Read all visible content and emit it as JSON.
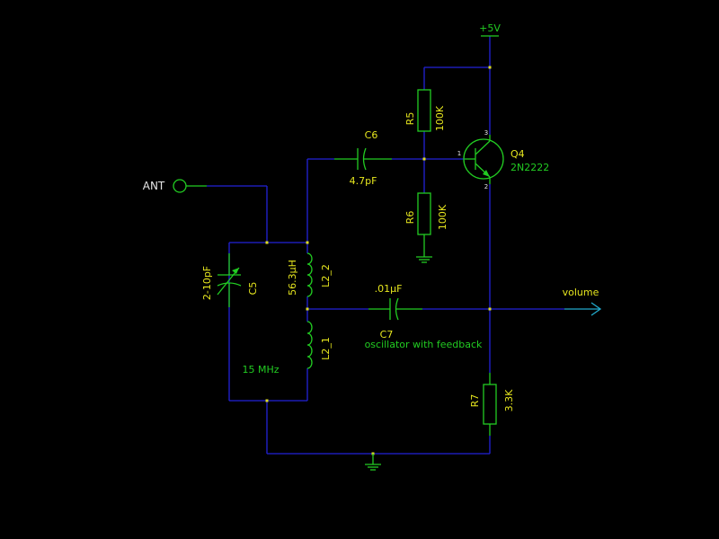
{
  "power": {
    "vcc_label": "+5V"
  },
  "antenna": {
    "label": "ANT"
  },
  "output": {
    "label": "volume"
  },
  "components": {
    "r5": {
      "ref": "R5",
      "value": "100K"
    },
    "r6": {
      "ref": "R6",
      "value": "100K"
    },
    "r7": {
      "ref": "R7",
      "value": "3.3K"
    },
    "c5": {
      "ref": "C5",
      "value": "2-10pF"
    },
    "c6": {
      "ref": "C6",
      "value": "4.7pF"
    },
    "c7": {
      "ref": "C7",
      "value": ".01µF"
    },
    "l2_2": {
      "ref": "L2_2",
      "value": "56.3µH"
    },
    "l2_1": {
      "ref": "L2_1"
    },
    "q4": {
      "ref": "Q4",
      "value": "2N2222",
      "pin_b": "1",
      "pin_c": "3",
      "pin_e": "2"
    }
  },
  "notes": {
    "frequency": "15 MHz",
    "description": "oscillator with feedback"
  },
  "colors": {
    "wire": "#2222d8",
    "component": "#22cc22",
    "reference_text": "#e6e61e",
    "junction": "#dddd22",
    "port": "#22aacc",
    "background": "#000000"
  }
}
